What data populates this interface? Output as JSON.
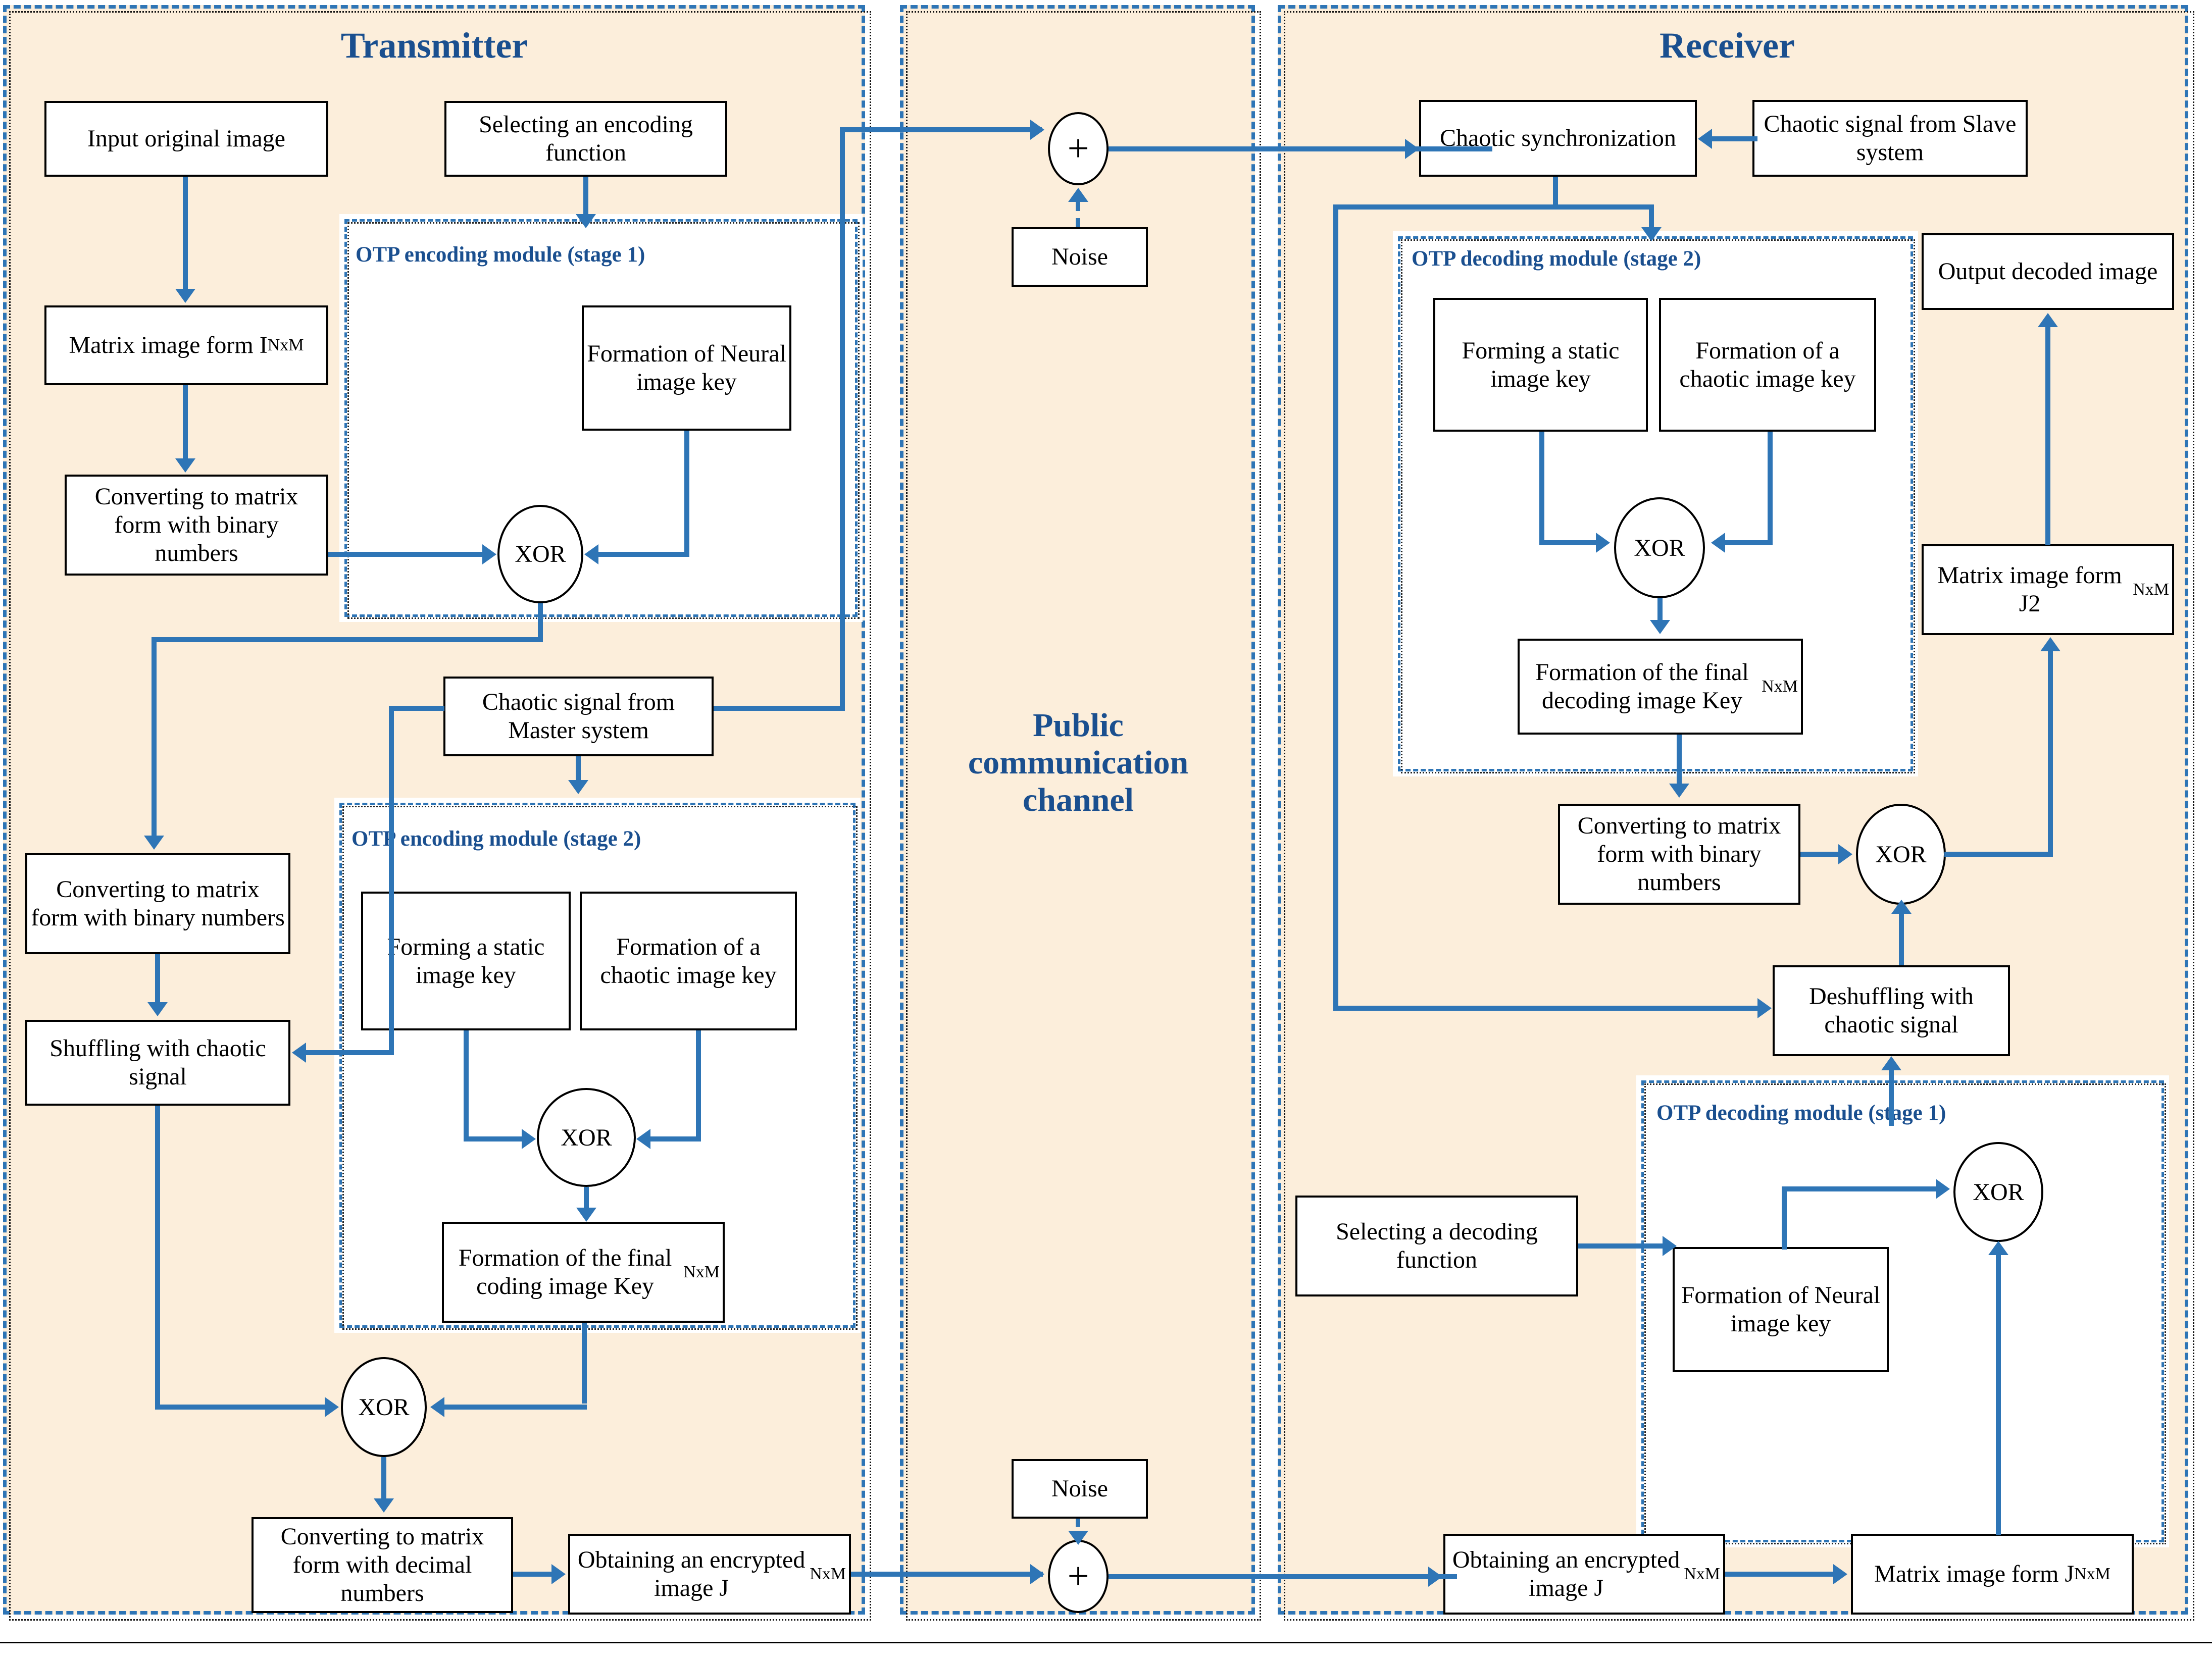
{
  "zones": {
    "transmitter": {
      "title": "Transmitter"
    },
    "channel": {
      "title": "Public\ncommunication\nchannel"
    },
    "receiver": {
      "title": "Receiver"
    }
  },
  "modules": {
    "enc1": {
      "title": "OTP encoding module (stage 1)"
    },
    "enc2": {
      "title": "OTP encoding module (stage 2)"
    },
    "dec2": {
      "title": "OTP decoding module (stage 2)"
    },
    "dec1": {
      "title": "OTP decoding module (stage 1)"
    }
  },
  "transmitter": {
    "input_original_image": "Input original image",
    "selecting_encoding_function": "Selecting an encoding function",
    "matrix_image_form_i": "Matrix image form I",
    "matrix_image_form_i_sub": "NxM",
    "converting_binary_1": "Converting to matrix form with binary numbers",
    "formation_neural_image_key": "Formation of Neural image key",
    "xor_enc1": "XOR",
    "chaotic_signal_master": "Chaotic signal from Master system",
    "converting_binary_2": "Converting to matrix form with binary numbers",
    "shuffling_chaotic": "Shuffling with chaotic signal",
    "forming_static_key": "Forming a static image key",
    "formation_chaotic_key": "Formation of a chaotic image key",
    "xor_enc2": "XOR",
    "formation_final_coding_key": "Formation of the final coding image Key",
    "formation_final_coding_key_sub": "NxM",
    "xor_main": "XOR",
    "converting_decimal": "Converting to matrix form with decimal numbers",
    "obtaining_encrypted_image": "Obtaining an encrypted image J",
    "obtaining_encrypted_image_sub": "NxM"
  },
  "channel": {
    "noise_top": "Noise",
    "noise_bottom": "Noise",
    "sum_top": "+",
    "sum_bottom": "+"
  },
  "receiver": {
    "chaotic_synchronization": "Chaotic synchronization",
    "chaotic_signal_slave": "Chaotic signal from Slave system",
    "output_decoded_image": "Output decoded image",
    "forming_static_key": "Forming a static image key",
    "formation_chaotic_key": "Formation of a chaotic image key",
    "xor_dec2": "XOR",
    "formation_final_decoding_key": "Formation of the final decoding image Key",
    "formation_final_decoding_key_sub": "NxM",
    "matrix_image_form_j2": "Matrix image form J2",
    "matrix_image_form_j2_sub": "NxM",
    "converting_binary": "Converting to matrix form with binary numbers",
    "xor_main": "XOR",
    "deshuffling_chaotic": "Deshuffling with chaotic signal",
    "selecting_decoding_function": "Selecting a decoding function",
    "formation_neural_image_key": "Formation of Neural image key",
    "xor_dec1": "XOR",
    "obtaining_encrypted_image": "Obtaining an encrypted image J",
    "obtaining_encrypted_image_sub": "NxM",
    "matrix_image_form_j": "Matrix image form J",
    "matrix_image_form_j_sub": "NxM"
  },
  "colors": {
    "zone_bg": "#fceedb",
    "accent_blue": "#2e75b6",
    "title_blue": "#1a4f8f",
    "box_border": "#000000"
  }
}
